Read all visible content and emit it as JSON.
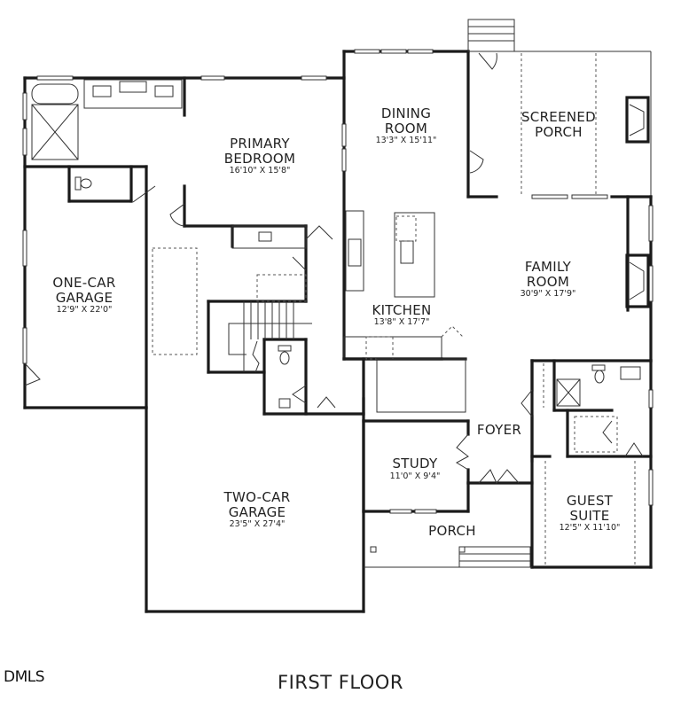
{
  "plan": {
    "title": "FIRST FLOOR",
    "watermark": "DMLS",
    "rooms": [
      {
        "id": "primary-bedroom",
        "name_line1": "PRIMARY",
        "name_line2": "BEDROOM",
        "dimensions": "16'10\" X 15'8\""
      },
      {
        "id": "dining-room",
        "name_line1": "DINING",
        "name_line2": "ROOM",
        "dimensions": "13'3\" X 15'11\""
      },
      {
        "id": "screened-porch",
        "name_line1": "SCREENED",
        "name_line2": "PORCH",
        "dimensions": ""
      },
      {
        "id": "one-car-garage",
        "name_line1": "ONE-CAR",
        "name_line2": "GARAGE",
        "dimensions": "12'9\" X 22'0\""
      },
      {
        "id": "family-room",
        "name_line1": "FAMILY",
        "name_line2": "ROOM",
        "dimensions": "30'9\" X 17'9\""
      },
      {
        "id": "kitchen",
        "name_line1": "KITCHEN",
        "name_line2": "",
        "dimensions": "13'8\" X 17'7\""
      },
      {
        "id": "foyer",
        "name_line1": "FOYER",
        "name_line2": "",
        "dimensions": ""
      },
      {
        "id": "study",
        "name_line1": "STUDY",
        "name_line2": "",
        "dimensions": "11'0\" X 9'4\""
      },
      {
        "id": "two-car-garage",
        "name_line1": "TWO-CAR",
        "name_line2": "GARAGE",
        "dimensions": "23'5\" X 27'4\""
      },
      {
        "id": "porch",
        "name_line1": "PORCH",
        "name_line2": "",
        "dimensions": ""
      },
      {
        "id": "guest-suite",
        "name_line1": "GUEST",
        "name_line2": "SUITE",
        "dimensions": "12'5\" X 11'10\""
      }
    ]
  },
  "colors": {
    "wall": "#1a1a1a",
    "background": "#ffffff",
    "text": "#222222"
  }
}
